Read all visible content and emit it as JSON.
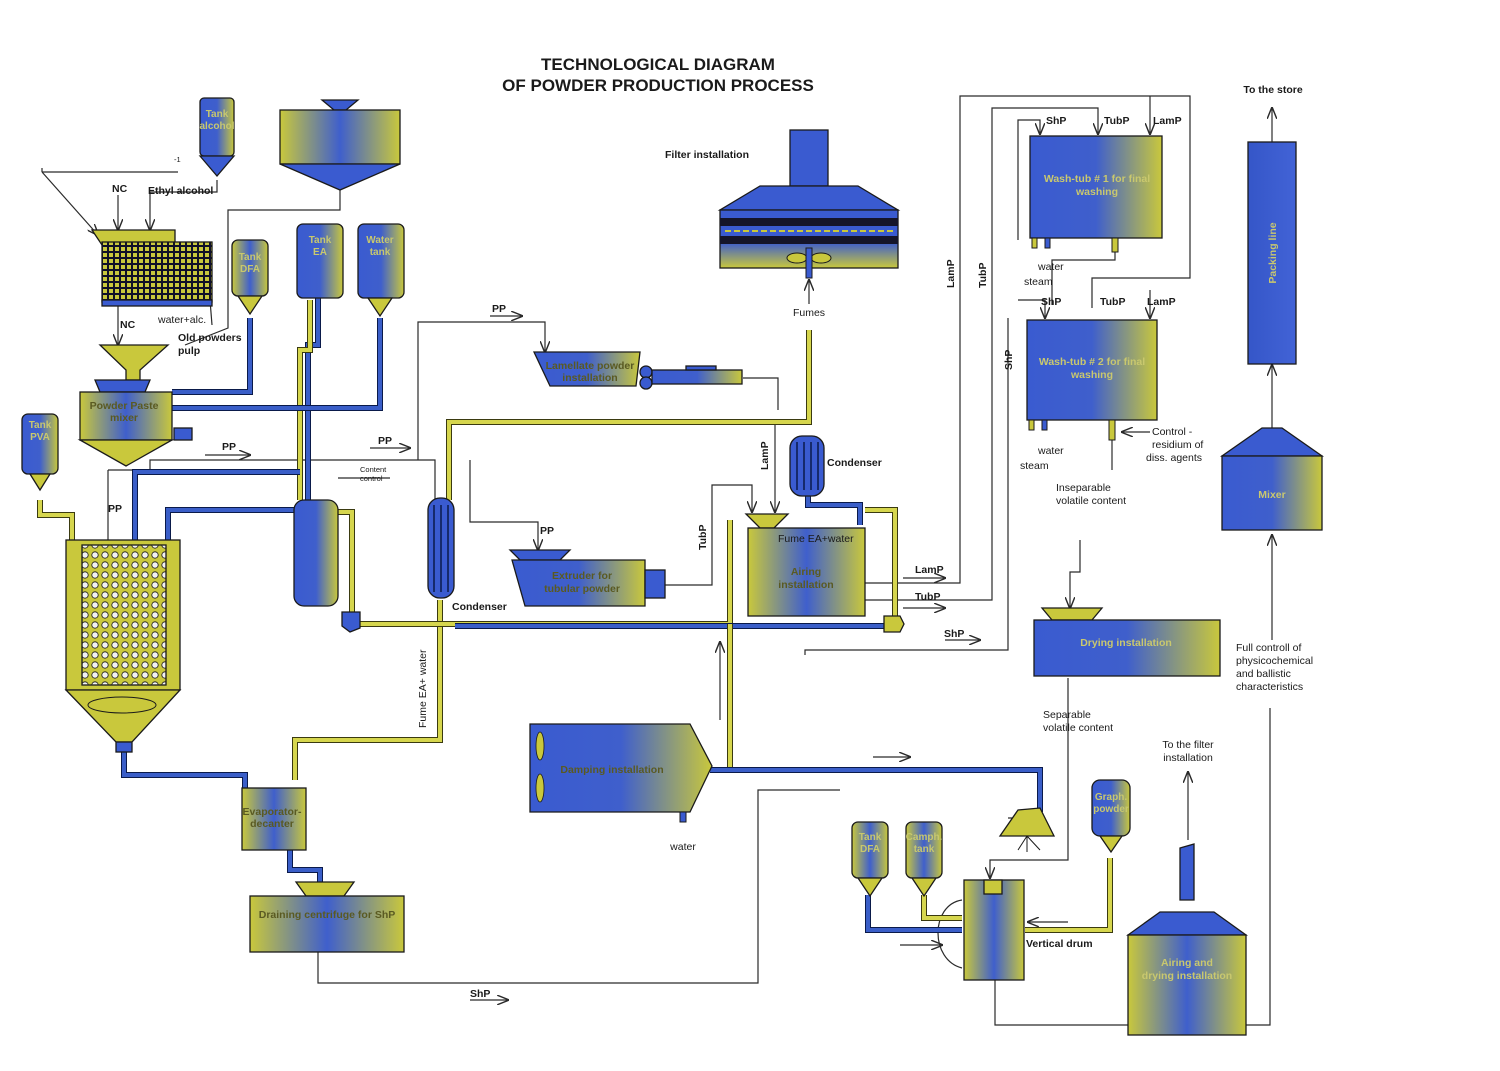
{
  "title": {
    "line1": "TECHNOLOGICAL DIAGRAM",
    "line2": "OF POWDER PRODUCTION PROCESS"
  },
  "equipment": {
    "tank_alcohol": [
      "Tank",
      "alcohol"
    ],
    "tank_dfa_top": [
      "Tank",
      "DFA"
    ],
    "tank_ea": [
      "Tank",
      "EA"
    ],
    "water_tank": [
      "Water",
      "tank"
    ],
    "tank_pva": [
      "Tank",
      "PVA"
    ],
    "paste_mixer": [
      "Powder Paste",
      "mixer"
    ],
    "lamellate": [
      "Lamellate powder",
      "installation"
    ],
    "extruder": [
      "Extruder for",
      "tubular powder"
    ],
    "airing": [
      "Airing",
      "installation"
    ],
    "washtub1": [
      "Wash-tub # 1  for final",
      "washing"
    ],
    "washtub2": [
      "Wash-tub # 2  for final",
      "washing"
    ],
    "packing": "Packing line",
    "mixer": "Mixer",
    "drying": "Drying installation",
    "damping": "Damping installation",
    "evaporator": [
      "Evaporator-",
      "decanter"
    ],
    "draining": "Draining centrifuge for ShP",
    "tank_dfa_bottom": [
      "Tank",
      "DFA"
    ],
    "camph_tank": [
      "Camph.",
      "tank"
    ],
    "graph_powder": [
      "Graph.",
      "powder"
    ],
    "airing_drying": [
      "Airing and",
      "drying installation"
    ]
  },
  "labels": {
    "filter_installation": "Filter installation",
    "fumes": "Fumes",
    "nc_top": "NC",
    "ethyl_alcohol": "Ethyl alcohol",
    "minus_one": "-1",
    "nc_mid": "NC",
    "water_alc": "water+alc.",
    "old_powders_pulp": [
      "Old powders",
      "pulp"
    ],
    "content_control": [
      "Content",
      "control"
    ],
    "condenser_left": "Condenser",
    "condenser_right": "Condenser",
    "fume_ea_water_h": "Fume EA+water",
    "fume_ea_water_v": "Fume EA+ water",
    "to_the_store": "To the store",
    "water_1": "water",
    "steam_1": "steam",
    "water_2": "water",
    "steam_2": "steam",
    "water_3": "water",
    "control_residium": [
      "Control -",
      "residium of",
      "diss. agents"
    ],
    "inseparable": [
      "Inseparable",
      "volatile content"
    ],
    "separable": [
      "Separable",
      "volatile content"
    ],
    "full_control": [
      "Full controll of",
      "physicochemical",
      "and ballistic",
      "characteristics"
    ],
    "to_filter": [
      "To the filter",
      "installation"
    ],
    "vertical_drum": "Vertical drum"
  },
  "flows": {
    "pp_1": "PP",
    "pp_2": "PP",
    "pp_3": "PP",
    "pp_4": "PP",
    "pp_5": "PP",
    "lamp_1": "LamP",
    "lamp_2": "LamP",
    "lamp_3": "LamP",
    "lamp_4": "LamP",
    "lamp_5": "LamP",
    "tubp_1": "TubP",
    "tubp_2": "TubP",
    "tubp_3": "TubP",
    "tubp_4": "TubP",
    "tubp_5": "TubP",
    "shp_1": "ShP",
    "shp_2": "ShP",
    "shp_3": "ShP",
    "shp_4": "ShP",
    "shp_5": "ShP"
  },
  "colors": {
    "blue": "#3a5bd0",
    "yellow": "#c9c83c",
    "pipe_yellow": "#d6d64e",
    "line": "#2a2a2a"
  }
}
